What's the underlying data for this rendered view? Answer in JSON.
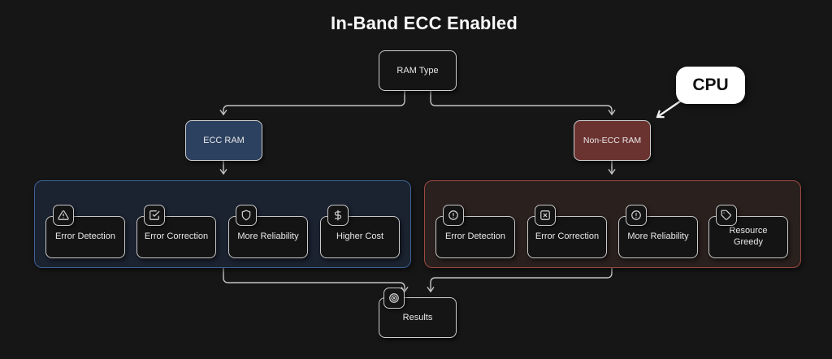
{
  "title": "In-Band ECC Enabled",
  "colors": {
    "background": "#161616",
    "ecc_node_fill": "#2c4160",
    "non_ecc_node_fill": "#6b3330",
    "ecc_group_border": "#3d6496",
    "ecc_group_fill": "#1b2230",
    "non_ecc_group_border": "#9c4a42",
    "non_ecc_group_fill": "#2a201e",
    "edge_stroke": "#c4c4c4",
    "cpu_fill": "#ffffff",
    "box_border": "#c9c9c9",
    "text": "#e8e8e8"
  },
  "nodes": {
    "ram_type": {
      "label": "RAM Type"
    },
    "ecc_ram": {
      "label": "ECC RAM"
    },
    "non_ecc_ram": {
      "label": "Non-ECC RAM"
    },
    "cpu": {
      "label": "CPU"
    },
    "results": {
      "label": "Results",
      "icon": "target-icon"
    }
  },
  "ecc_group": {
    "items": [
      {
        "label": "Error Detection",
        "icon": "alert-triangle-icon"
      },
      {
        "label": "Error Correction",
        "icon": "check-square-icon"
      },
      {
        "label": "More Reliability",
        "icon": "shield-icon"
      },
      {
        "label": "Higher Cost",
        "icon": "dollar-icon"
      }
    ]
  },
  "non_ecc_group": {
    "items": [
      {
        "label": "Error Detection",
        "icon": "alert-circle-icon"
      },
      {
        "label": "Error Correction",
        "icon": "x-square-icon"
      },
      {
        "label": "More Reliability",
        "icon": "alert-circle-icon"
      },
      {
        "label": "Resource Greedy",
        "icon": "tag-icon"
      }
    ]
  }
}
